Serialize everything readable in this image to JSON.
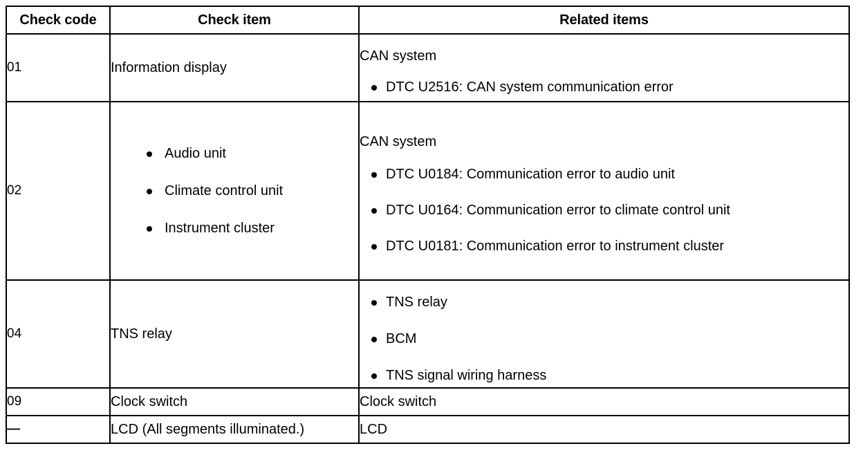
{
  "table": {
    "columns": [
      {
        "key": "check_code",
        "label": "Check code"
      },
      {
        "key": "check_item",
        "label": "Check item"
      },
      {
        "key": "related_items",
        "label": "Related items"
      }
    ],
    "rows": [
      {
        "id": "row-01",
        "check_code": "01",
        "check_item_text": "Information display",
        "check_item_bullets": [],
        "related_lead": "CAN system",
        "related_bullets": [
          "DTC U2516: CAN system communication error"
        ]
      },
      {
        "id": "row-02",
        "check_code": "02",
        "check_item_text": "",
        "check_item_bullets": [
          "Audio unit",
          "Climate control unit",
          "Instrument cluster"
        ],
        "related_lead": "CAN system",
        "related_bullets": [
          "DTC U0184: Communication error to audio unit",
          "DTC U0164: Communication error to climate control unit",
          "DTC U0181: Communication error to instrument cluster"
        ]
      },
      {
        "id": "row-04",
        "check_code": "04",
        "check_item_text": "TNS relay",
        "check_item_bullets": [],
        "related_lead": "",
        "related_bullets": [
          "TNS relay",
          "BCM",
          "TNS signal wiring harness"
        ]
      },
      {
        "id": "row-09",
        "check_code": "09",
        "check_item_text": "Clock switch",
        "check_item_bullets": [],
        "related_lead": "Clock switch",
        "related_bullets": []
      },
      {
        "id": "row-dash",
        "check_code": "—",
        "check_item_text": "LCD (All segments illuminated.)",
        "check_item_bullets": [],
        "related_lead": "LCD",
        "related_bullets": []
      }
    ]
  },
  "style": {
    "border_color": "#000000",
    "text_color": "#000000",
    "background": "#ffffff"
  }
}
